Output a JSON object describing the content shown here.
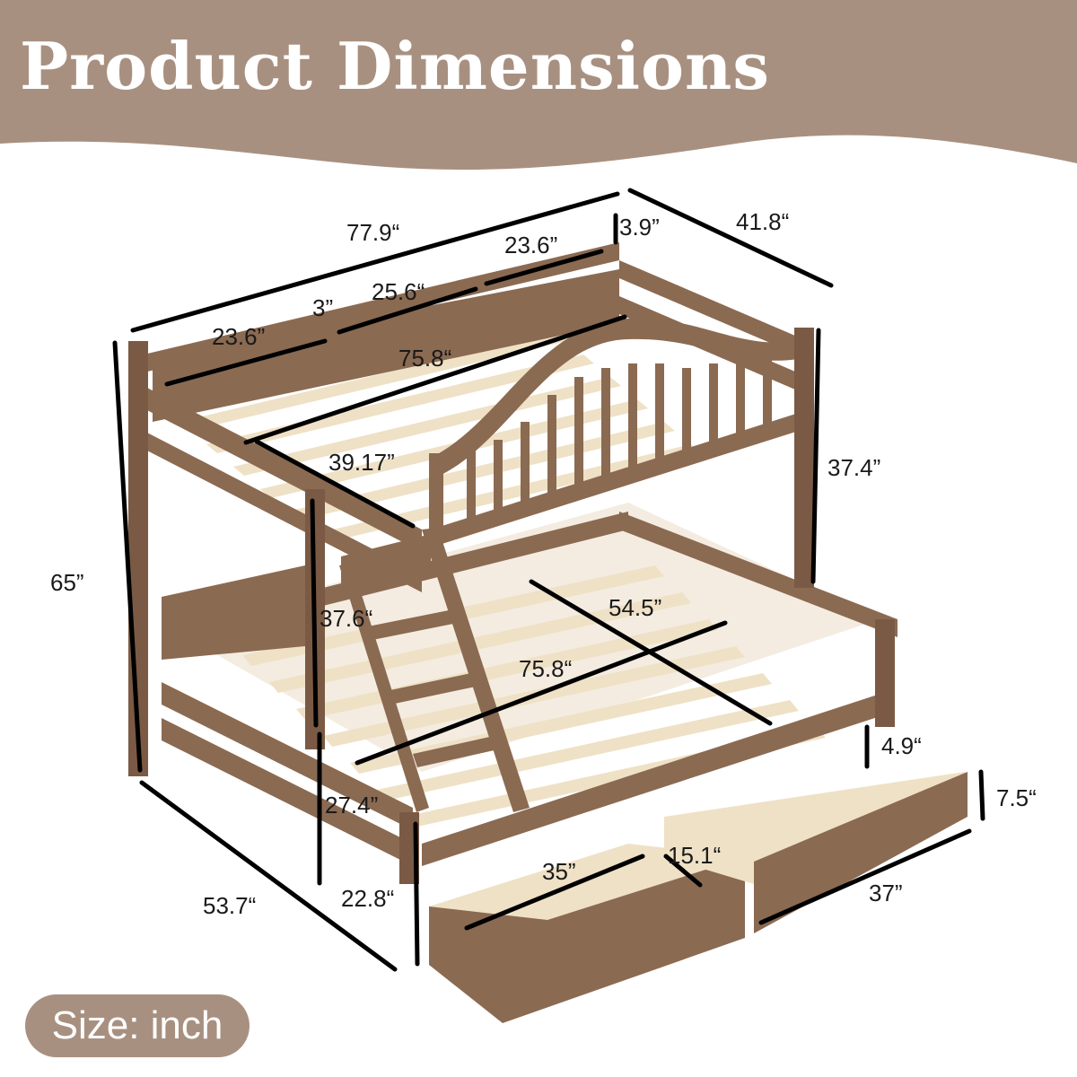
{
  "header": {
    "title": "Product Dimensions",
    "bg_color": "#a89080"
  },
  "wood_color": "#8b6a52",
  "slat_color": "#efe1c6",
  "dimensions": {
    "overall_length": "77.9“",
    "overall_width": "41.8“",
    "overall_height": "65”",
    "total_depth": "53.7“",
    "upper_shelf_left": "23.6”",
    "upper_shelf_right": "23.6”",
    "upper_gap": "3”",
    "upper_middle": "25.6“",
    "headboard_thickness": "3.9”",
    "upper_mattress_length": "75.8“",
    "upper_mattress_width": "39.17”",
    "upper_end_height": "37.4”",
    "ladder_height": "37.6“",
    "lower_mattress_width": "54.5”",
    "lower_mattress_length": "75.8“",
    "lower_clearance": "27.4”",
    "floor_to_rail": "22.8“",
    "drawer_depth_inner": "4.9“",
    "drawer_height": "7.5“",
    "drawer_length": "35”",
    "drawer_width": "15.1“",
    "drawers_total": "37”"
  },
  "size_label": "Size: inch"
}
